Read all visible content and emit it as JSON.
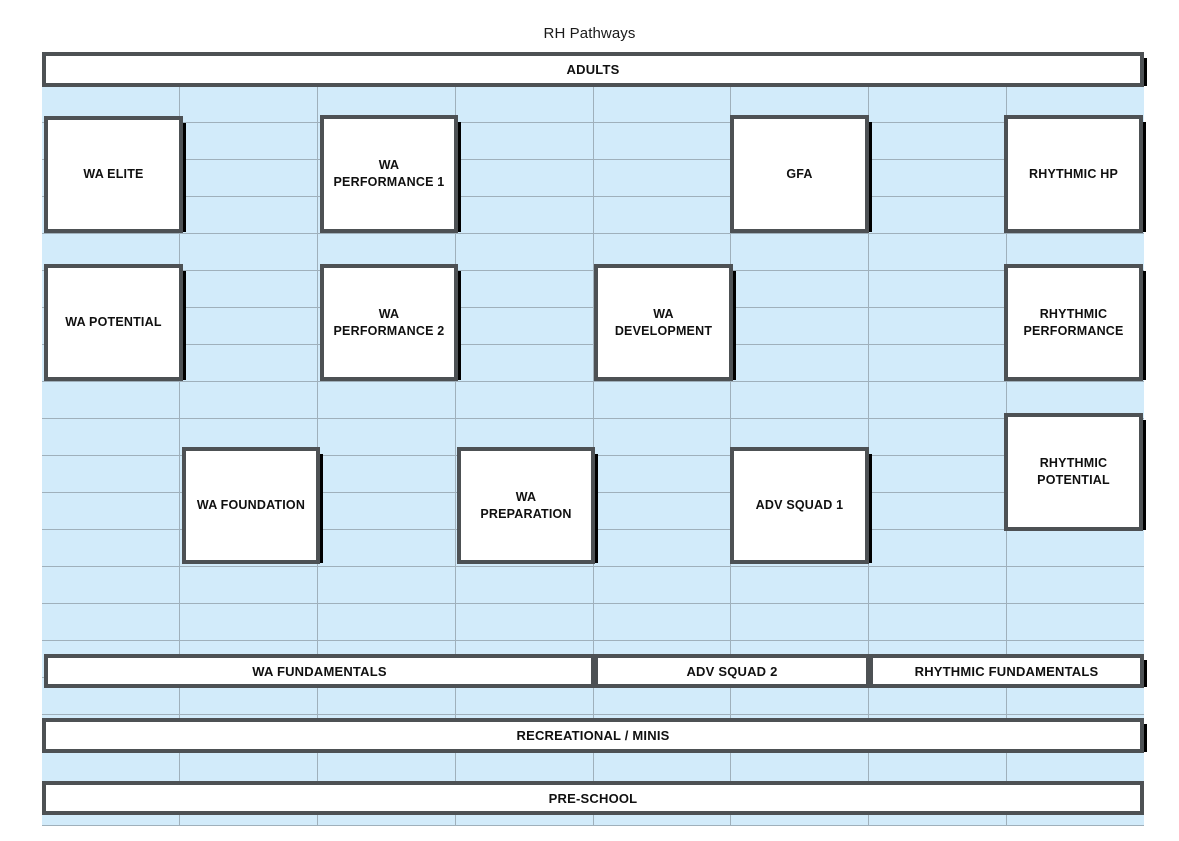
{
  "title": "RH Pathways",
  "grid": {
    "columns": 8,
    "rows": 19,
    "cell_fill": "#d2ebfa",
    "cell_border": "#9fb0bb"
  },
  "style": {
    "box_border": "#4d5154",
    "box_fill": "#ffffff",
    "text_color": "#101010"
  },
  "bars": [
    {
      "id": "adults",
      "label": "ADULTS"
    },
    {
      "id": "wa-fundamentals",
      "label": "WA FUNDAMENTALS"
    },
    {
      "id": "adv-squad-2",
      "label": "ADV SQUAD 2"
    },
    {
      "id": "rhythmic-fundamentals",
      "label": "RHYTHMIC FUNDAMENTALS"
    },
    {
      "id": "recreational-minis",
      "label": "RECREATIONAL / MINIS"
    },
    {
      "id": "pre-school",
      "label": "PRE-SCHOOL"
    }
  ],
  "nodes": [
    {
      "id": "wa-elite",
      "label": "WA ELITE"
    },
    {
      "id": "wa-performance-1",
      "label": "WA\nPERFORMANCE 1"
    },
    {
      "id": "gfa",
      "label": "GFA"
    },
    {
      "id": "rhythmic-hp",
      "label": "RHYTHMIC HP"
    },
    {
      "id": "wa-potential",
      "label": "WA POTENTIAL"
    },
    {
      "id": "wa-performance-2",
      "label": "WA\nPERFORMANCE 2"
    },
    {
      "id": "wa-development",
      "label": "WA\nDEVELOPMENT"
    },
    {
      "id": "rhythmic-performance",
      "label": "RHYTHMIC\nPERFORMANCE"
    },
    {
      "id": "wa-foundation",
      "label": "WA FOUNDATION"
    },
    {
      "id": "wa-preparation",
      "label": "WA\nPREPARATION"
    },
    {
      "id": "adv-squad-1",
      "label": "ADV SQUAD 1"
    },
    {
      "id": "rhythmic-potential",
      "label": "RHYTHMIC\nPOTENTIAL"
    }
  ]
}
